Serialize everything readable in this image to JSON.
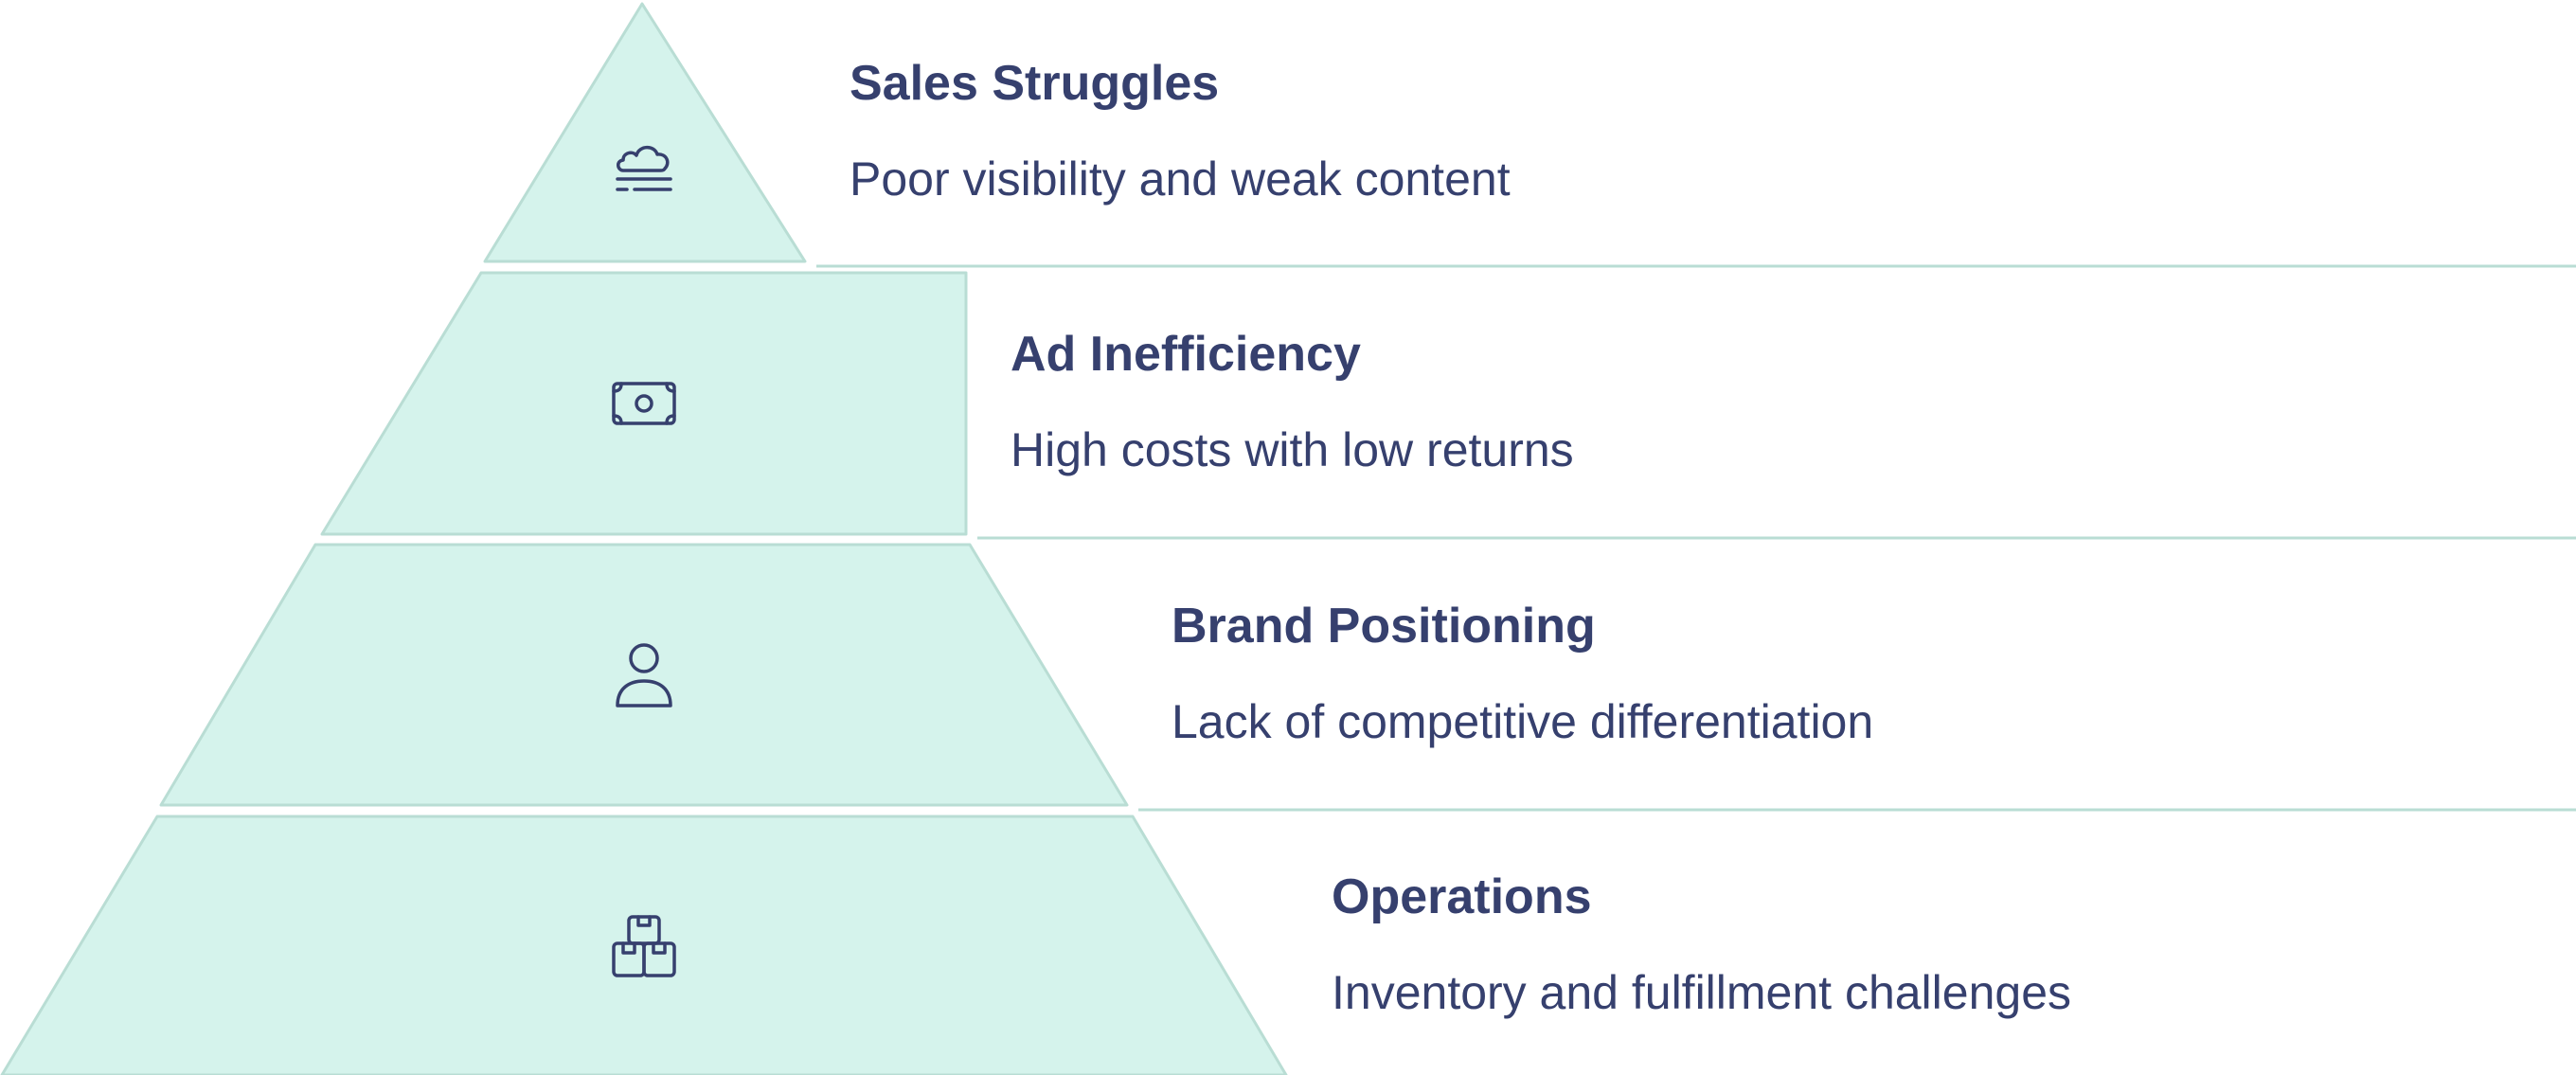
{
  "diagram": {
    "type": "pyramid",
    "fill_color": "#d5f3ec",
    "outline_color": "#b9ddd4",
    "text_color": "#36406e",
    "tiers": [
      {
        "title": "Sales Struggles",
        "description": "Poor visibility and weak content",
        "icon": "cloud-fog-icon"
      },
      {
        "title": "Ad Inefficiency",
        "description": "High costs with low returns",
        "icon": "banknote-icon"
      },
      {
        "title": "Brand Positioning",
        "description": "Lack of competitive differentiation",
        "icon": "user-icon"
      },
      {
        "title": "Operations",
        "description": "Inventory and fulfillment challenges",
        "icon": "boxes-icon"
      }
    ]
  }
}
